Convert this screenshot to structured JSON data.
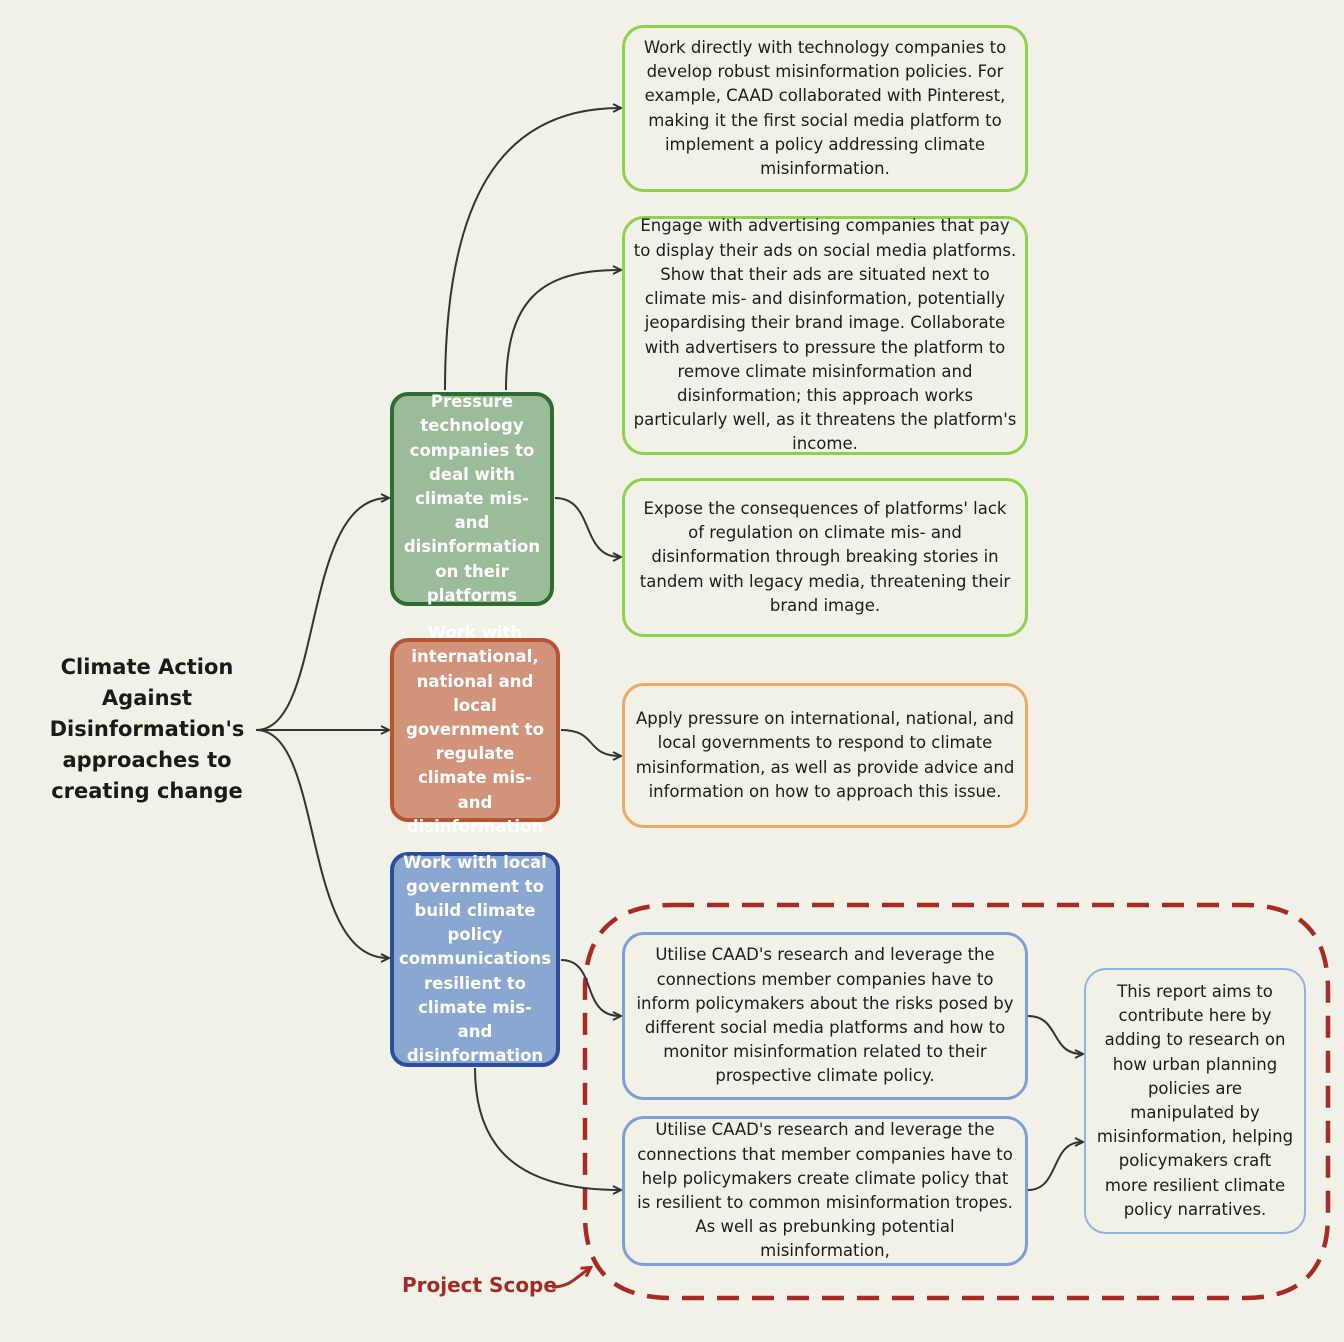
{
  "root": {
    "title": "Climate Action Against Disinformation's approaches to creating change"
  },
  "approaches": [
    {
      "label": "Pressure technology companies to deal with climate mis- and disinformation on their platforms"
    },
    {
      "label": "Work with international, national and local government to regulate climate mis- and disinformation"
    },
    {
      "label": "Work with local government to build climate policy communications resilient to climate mis- and disinformation"
    }
  ],
  "actions": [
    {
      "text": "Work directly with technology companies to develop robust misinformation policies. For example, CAAD collaborated with Pinterest, making it the first social media platform to implement a policy addressing climate misinformation."
    },
    {
      "text": "Engage with advertising companies that pay to display their ads on social media platforms. Show that their ads are situated next to climate mis- and disinformation, potentially jeopardising their brand image. Collaborate with advertisers to pressure the platform to remove climate misinformation and disinformation; this approach works particularly well, as it threatens the platform's income."
    },
    {
      "text": "Expose the consequences of platforms' lack of regulation on climate mis- and disinformation through breaking stories in tandem with legacy media, threatening their brand image."
    },
    {
      "text": "Apply pressure on international, national, and local governments to respond to climate misinformation, as well as provide advice and information on how to approach this issue."
    },
    {
      "text": "Utilise CAAD's research and leverage the connections member companies have to inform policymakers about the risks posed by different social media platforms and how to monitor misinformation related to their prospective climate policy."
    },
    {
      "text": "Utilise CAAD's research and leverage the connections that member companies have to help policymakers create climate policy that is resilient to common misinformation tropes. As well as prebunking potential misinformation,"
    }
  ],
  "report": {
    "text": "This report aims to contribute here by adding to research on how urban planning policies are manipulated by misinformation, helping policymakers craft more resilient climate policy narratives."
  },
  "scope": {
    "label": "Project Scope"
  },
  "colors": {
    "background": "#f1f1e7",
    "green_dark": "#2f6b32",
    "green_fill": "#9bbc98",
    "green_light": "#8dd14f",
    "orange_dark": "#b65532",
    "orange_fill": "#d2937b",
    "orange_light": "#eea962",
    "blue_dark": "#2d4d9c",
    "blue_fill": "#89a7d0",
    "blue_light": "#7f9ed3",
    "scope_red": "#a82a25",
    "arrow": "#333333"
  }
}
